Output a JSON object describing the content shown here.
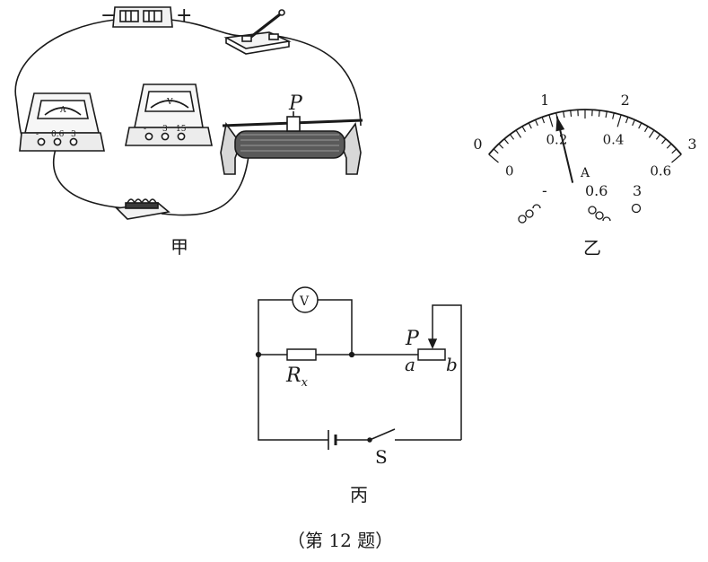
{
  "figure_jia": {
    "caption": "甲",
    "battery": {
      "minus": "−",
      "plus": "+"
    },
    "ammeter": {
      "face_symbol": "A",
      "terminals": [
        "-",
        "0.6",
        "3"
      ]
    },
    "voltmeter": {
      "face_symbol": "V",
      "terminals": [
        "-",
        "3",
        "15"
      ]
    },
    "rheostat": {
      "slider_label": "P"
    }
  },
  "figure_yi": {
    "caption": "乙",
    "meter_symbol": "A",
    "outer_scale": [
      "0",
      "1",
      "2",
      "3"
    ],
    "inner_scale": [
      "0",
      "0.2",
      "0.4",
      "0.6"
    ],
    "terminals": [
      "-",
      "0.6",
      "3"
    ],
    "needle_reading": 0.22
  },
  "figure_bing": {
    "caption": "丙",
    "voltmeter_symbol": "V",
    "resistor_label": "R",
    "resistor_subscript": "x",
    "slider_label": "P",
    "end_a": "a",
    "end_b": "b",
    "switch_label": "S"
  },
  "question_caption": "（第 12 题）"
}
